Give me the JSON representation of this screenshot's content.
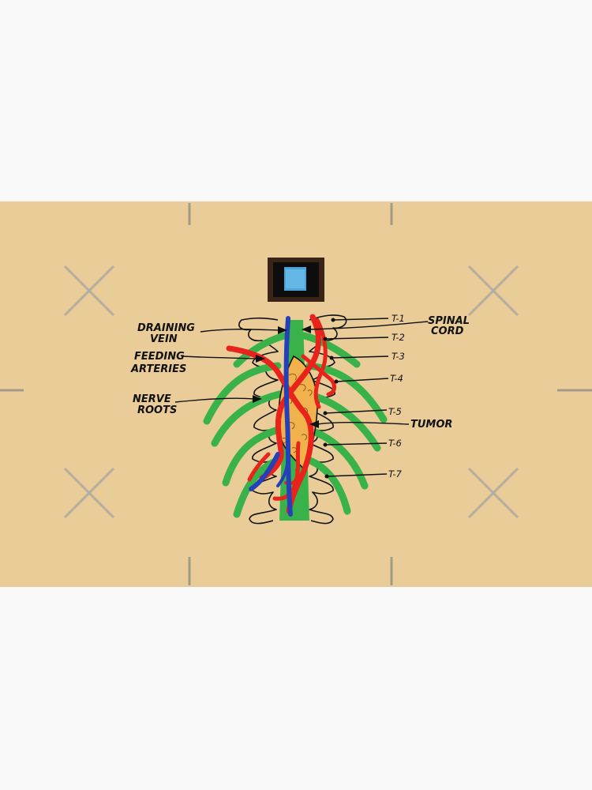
{
  "diagram": {
    "labels": {
      "draining_vein": [
        "DRAINING",
        "VEIN"
      ],
      "feeding_arteries": [
        "FEEDING",
        "ARTERIES"
      ],
      "nerve_roots": [
        "NERVE",
        "ROOTS"
      ],
      "spinal_cord": [
        "SPINAL",
        "CORD"
      ],
      "tumor": "TUMOR"
    },
    "vertebrae": [
      "T-1",
      "T-2",
      "T-3",
      "T-4",
      "T-5",
      "T-6",
      "T-7"
    ]
  },
  "colors": {
    "background": "#e9cc97",
    "page": "#f9f9f9",
    "spinal_cord": "#3ab24a",
    "arteries": "#e8231c",
    "vein": "#2540b8",
    "tumor": "#f1b14c",
    "outline": "#111111"
  }
}
